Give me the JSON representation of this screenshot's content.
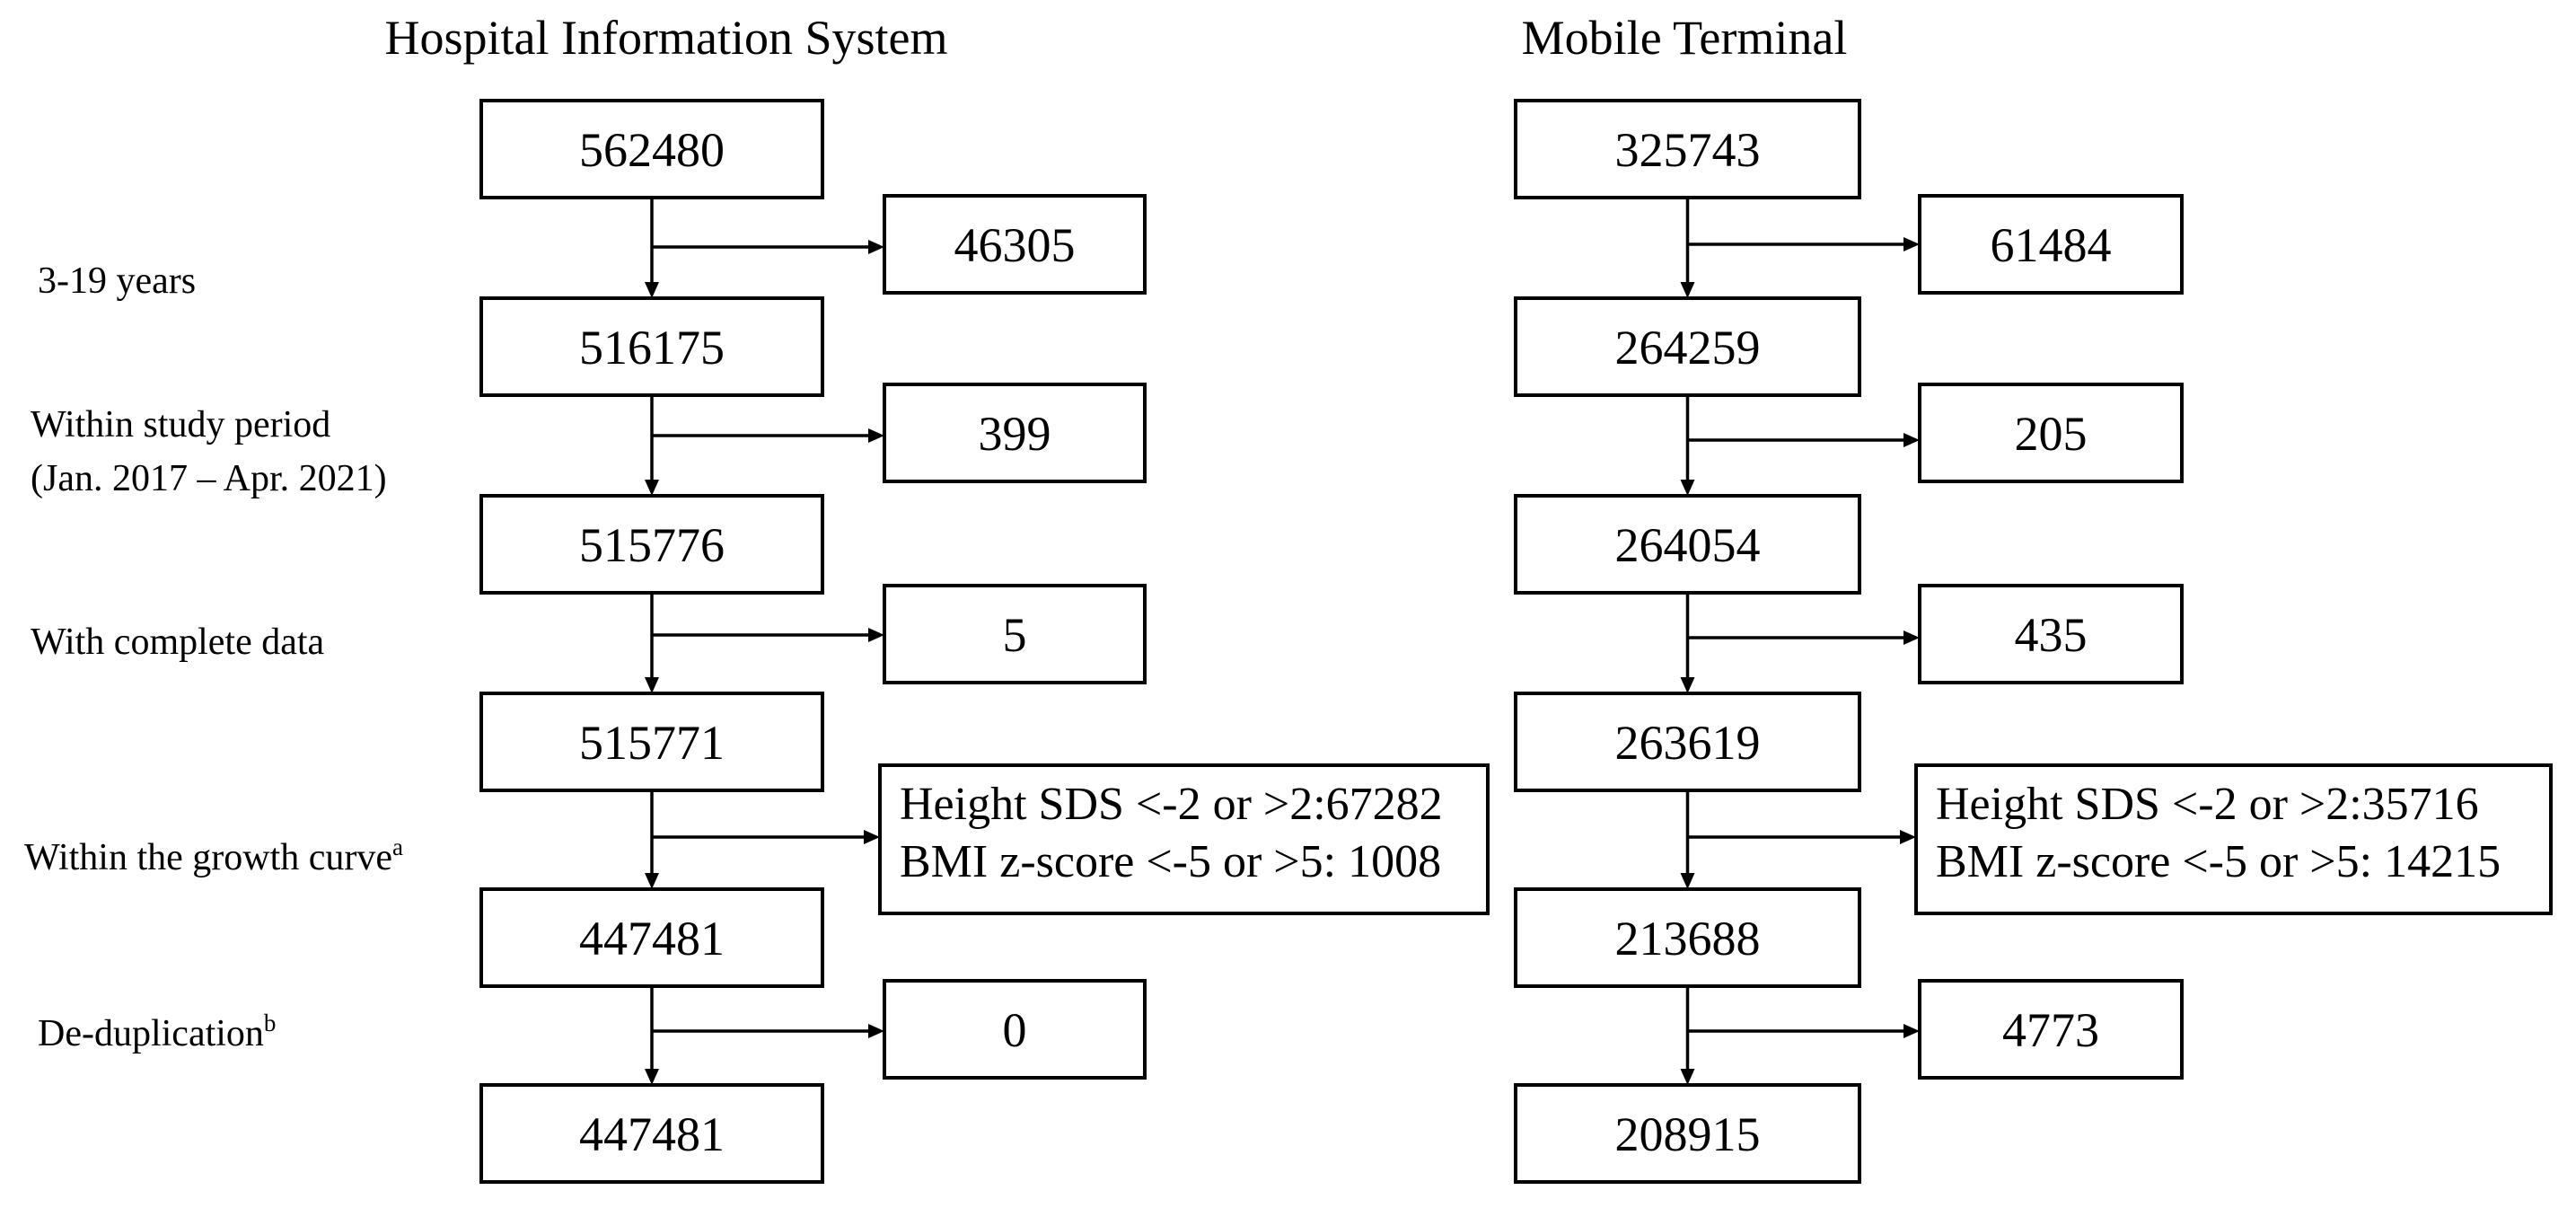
{
  "columns": {
    "his": {
      "title": "Hospital Information System",
      "main_counts": [
        "562480",
        "516175",
        "515776",
        "515771",
        "447481",
        "447481"
      ],
      "excluded": [
        "46305",
        "399",
        "5",
        [
          "Height SDS <-2 or >2:67282",
          "BMI z-score <-5 or >5: 1008"
        ],
        "0"
      ]
    },
    "mobile": {
      "title": "Mobile Terminal",
      "main_counts": [
        "325743",
        "264259",
        "264054",
        "263619",
        "213688",
        "208915"
      ],
      "excluded": [
        "61484",
        "205",
        "435",
        [
          "Height SDS <-2 or >2:35716",
          "BMI z-score <-5 or >5: 14215"
        ],
        "4773"
      ]
    }
  },
  "steps": [
    {
      "lines": [
        "3-19 years"
      ]
    },
    {
      "lines": [
        "Within study period",
        "(Jan. 2017 – Apr. 2021)"
      ]
    },
    {
      "lines": [
        "With complete data"
      ]
    },
    {
      "lines": [
        "Within the growth curve"
      ],
      "sup": "a"
    },
    {
      "lines": [
        "De-duplication"
      ],
      "sup": "b"
    }
  ],
  "colors": {
    "stroke": "#000000",
    "background": "#ffffff"
  }
}
